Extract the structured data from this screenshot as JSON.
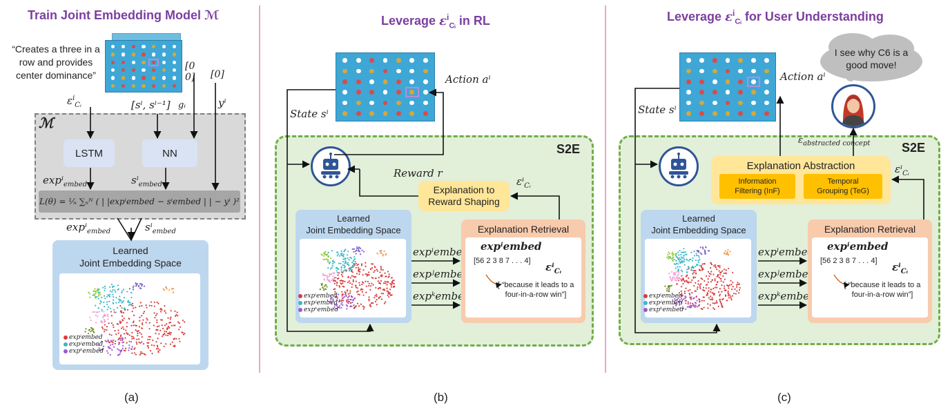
{
  "colors": {
    "title": "#7b3fa0",
    "divider": "#e7a6c8",
    "board": "#3fa7d6",
    "piece_red": "#d94b4b",
    "piece_yellow": "#d6a83a",
    "piece_white": "#ffffff",
    "green_panel": "#e2efd9",
    "green_border": "#70ad47",
    "space_box": "#bdd7ee",
    "retrieval_box": "#f8cbad",
    "abstraction_box": "#ffe699",
    "chip": "#ffc000",
    "cluster_red": "#d93b3b",
    "cluster_teal": "#3ab7c8",
    "cluster_purple": "#9b59d0"
  },
  "panel_a": {
    "title": "Train Joint Embedding Model ℳ",
    "quote": "“Creates a three in a row and provides center dominance”",
    "vector1": "[0 0]",
    "vector2": "[0]",
    "eps_ci": "ε",
    "eps_ci_sup": "i",
    "eps_ci_sub": "Cᵢ",
    "state_pair": "[sⁱ, sⁱ⁻¹]",
    "g_i": "gᵢ",
    "y_i": "yⁱ",
    "model_label": "ℳ",
    "lstm_label": "LSTM",
    "nn_label": "NN",
    "exp_embed": "expⁱ",
    "exp_embed_sub": "embed",
    "s_embed": "sⁱ",
    "s_embed_sub": "embed",
    "loss": "L(θ) = ¹⁄ₙ ∑ₙᴺ ( | |expⁱembed − sⁱembed | | − yⁱ )²",
    "space_title_line1": "Learned",
    "space_title_line2": "Joint Embedding Space",
    "legend": [
      "expⁱembed",
      "expʲembed",
      "expᵏembed"
    ],
    "caption": "(a)"
  },
  "panel_b": {
    "title_pre": "Leverage ",
    "title_eps": "ε",
    "title_sup": "i",
    "title_sub": "Cᵢ",
    "title_post": " in RL",
    "action": "Action aⁱ",
    "state": "State sⁱ",
    "s2e": "S2E",
    "reward": "Reward r",
    "shaping_line1": "Explanation to",
    "shaping_line2": "Reward Shaping",
    "eps": "εⁱ",
    "eps_sub": "Cᵢ",
    "space_title_line1": "Learned",
    "space_title_line2": "Joint Embedding Space",
    "legend": [
      "expⁱembed",
      "expʲembed",
      "expᵏembed"
    ],
    "arrows": [
      "expⁱembed",
      "expʲembed",
      "expᵏembed"
    ],
    "retrieval_title": "Explanation Retrieval",
    "retrieval_exp": "expⁱembed",
    "retrieval_vec": "[56 2 3 8 7 . . . 4]",
    "retrieval_eps": "εⁱ",
    "retrieval_eps_sub": "Cᵢ",
    "retrieval_text": "[ “because it leads to a four-in-a-row win”]",
    "caption": "(b)"
  },
  "panel_c": {
    "title_pre": "Leverage ",
    "title_eps": "ε",
    "title_sup": "i",
    "title_sub": "Cᵢ",
    "title_post": " for User Understanding",
    "speech": "I see why C6 is a good move!",
    "action": "Action aⁱ",
    "state": "State sⁱ",
    "abstracted": "ε",
    "abstracted_sub": "abstracted concept",
    "s2e": "S2E",
    "abstraction_title": "Explanation Abstraction",
    "chip1_line1": "Information",
    "chip1_line2": "Filtering (InF)",
    "chip2_line1": "Temporal",
    "chip2_line2": "Grouping (TeG)",
    "eps": "εⁱ",
    "eps_sub": "Cᵢ",
    "space_title_line1": "Learned",
    "space_title_line2": "Joint Embedding Space",
    "legend": [
      "expⁱembed",
      "expʲembed",
      "expᵏembed"
    ],
    "arrows": [
      "expⁱembed",
      "expʲembed",
      "expᵏembed"
    ],
    "retrieval_title": "Explanation Retrieval",
    "retrieval_exp": "expⁱembed",
    "retrieval_vec": "[56 2 3 8 7 . . . 4]",
    "retrieval_eps": "εⁱ",
    "retrieval_eps_sub": "Cᵢ",
    "retrieval_text": "[ “because it leads to a four-in-a-row win”]",
    "caption": "(c)"
  }
}
